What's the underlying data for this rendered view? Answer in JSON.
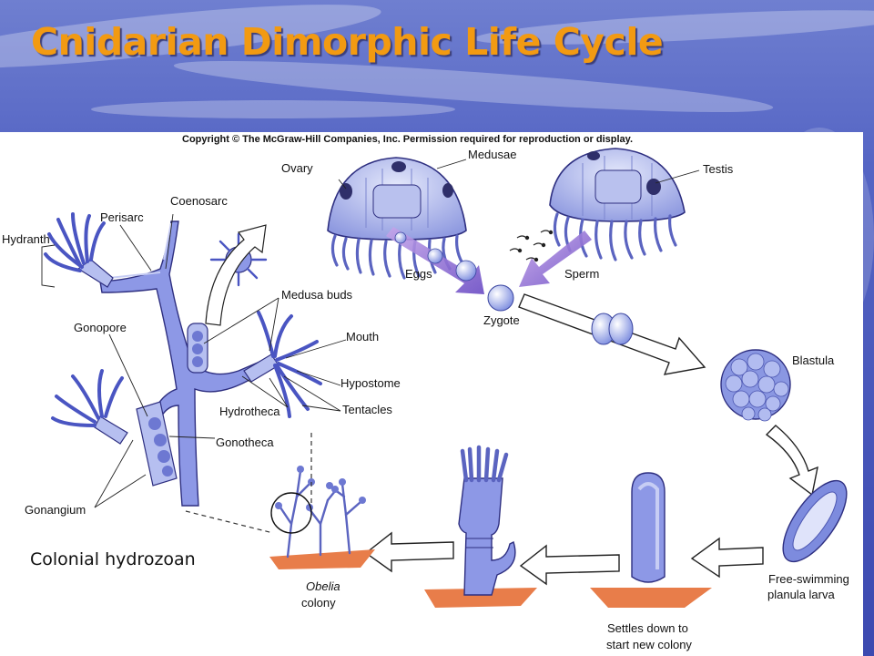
{
  "slide": {
    "title": "Cnidarian Dimorphic Life Cycle",
    "caption": "Colonial hydrozoan",
    "colors": {
      "title": "#f29a12",
      "background": "#4a57b6",
      "organism": "#8d98e6",
      "organism_dark": "#3c3f9a",
      "substrate": "#e87d4a"
    }
  },
  "figure": {
    "copyright": "Copyright © The McGraw-Hill Companies, Inc. Permission required for reproduction or display.",
    "labels": {
      "ovary": "Ovary",
      "medusae": "Medusae",
      "testis": "Testis",
      "eggs": "Eggs",
      "sperm": "Sperm",
      "zygote": "Zygote",
      "blastula": "Blastula",
      "free_swimming_line1": "Free-swimming",
      "free_swimming_line2": "planula larva",
      "settles_line1": "Settles down to",
      "settles_line2": "start new colony",
      "obelia": "Obelia",
      "colony": "colony",
      "hydranth": "Hydranth",
      "perisarc": "Perisarc",
      "coenosarc": "Coenosarc",
      "medusa_buds": "Medusa buds",
      "mouth": "Mouth",
      "hypostome": "Hypostome",
      "tentacles": "Tentacles",
      "hydrotheca": "Hydrotheca",
      "gonopore": "Gonopore",
      "gonotheca": "Gonotheca",
      "gonangium": "Gonangium"
    }
  }
}
